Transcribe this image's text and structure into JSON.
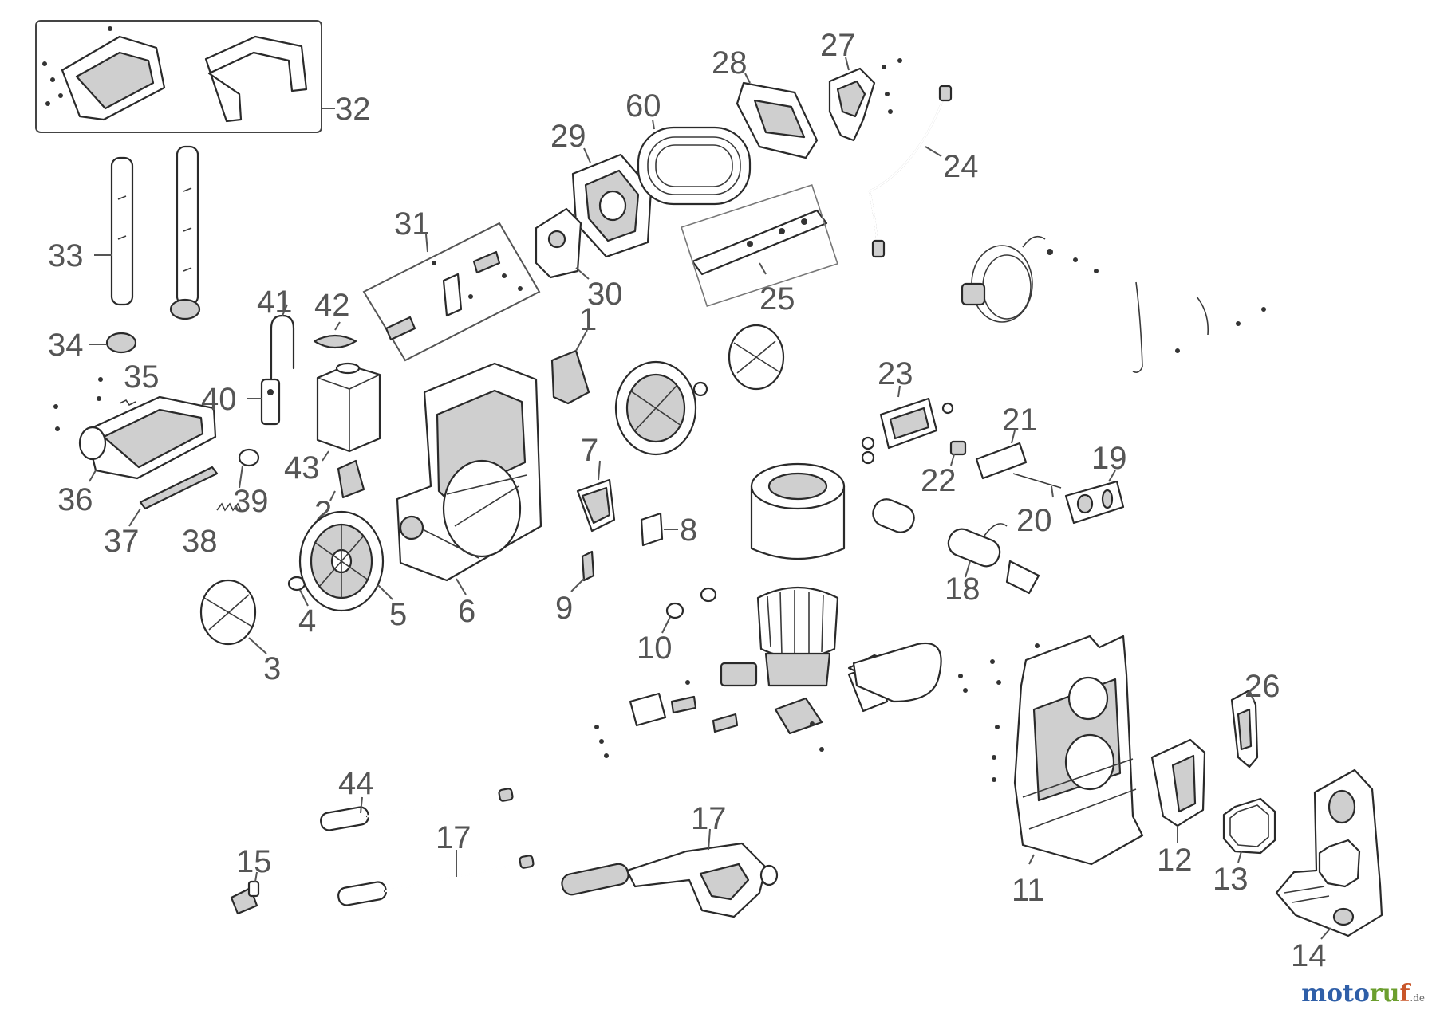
{
  "labels": {
    "p1": "1",
    "p2": "2",
    "p3": "3",
    "p4": "4",
    "p5": "5",
    "p6": "6",
    "p7": "7",
    "p8": "8",
    "p9": "9",
    "p10": "10",
    "p11": "11",
    "p12": "12",
    "p13": "13",
    "p14": "14",
    "p15": "15",
    "p17a": "17",
    "p17b": "17",
    "p18": "18",
    "p19": "19",
    "p20": "20",
    "p21": "21",
    "p22": "22",
    "p23": "23",
    "p24": "24",
    "p25": "25",
    "p26": "26",
    "p27": "27",
    "p28": "28",
    "p29": "29",
    "p30": "30",
    "p31": "31",
    "p32": "32",
    "p33": "33",
    "p34": "34",
    "p35": "35",
    "p36": "36",
    "p37": "37",
    "p38": "38",
    "p39": "39",
    "p40": "40",
    "p41": "41",
    "p42": "42",
    "p43": "43",
    "p44": "44",
    "p60": "60"
  },
  "watermark": {
    "part_a": "moto",
    "part_b": "ru",
    "part_c": "f",
    "part_d": ".de"
  },
  "colors": {
    "stroke": "#2a2a2a",
    "label": "#555555",
    "watermark_blue": "#2f5fa8",
    "watermark_green": "#6b9e2e",
    "watermark_orange": "#c9562a"
  }
}
